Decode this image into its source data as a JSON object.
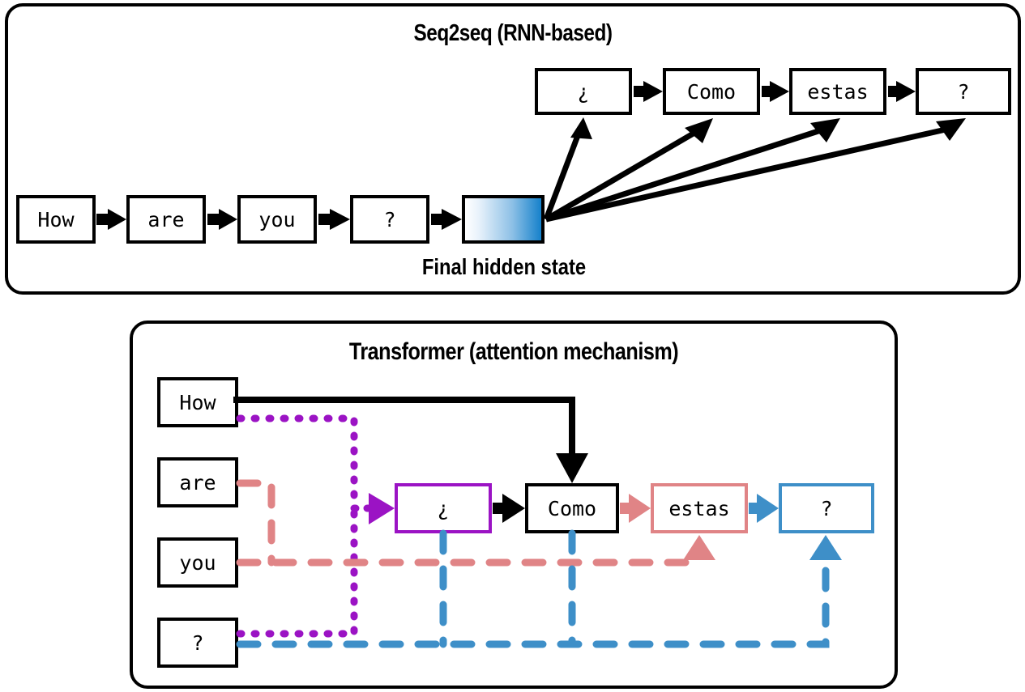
{
  "figure": {
    "panels": [
      {
        "id": "seq2seq",
        "title": "Seq2seq (RNN-based)",
        "encoder_tokens": [
          "How",
          "are",
          "you",
          "?"
        ],
        "decoder_tokens": [
          "¿",
          "Como",
          "estas",
          "?"
        ],
        "hidden_state_caption": "Final hidden state",
        "hidden_state_gradient_from": "#ffffff",
        "hidden_state_gradient_to": "#1581CB"
      },
      {
        "id": "transformer",
        "title": "Transformer (attention mechanism)",
        "input_tokens": [
          "How",
          "are",
          "you",
          "?"
        ],
        "output_tokens": [
          "¿",
          "Como",
          "estas",
          "?"
        ],
        "attention_links": [
          {
            "source": "How",
            "target": "Como",
            "color": "#000000",
            "style": "solid"
          },
          {
            "source": "How",
            "target": "¿",
            "color": "#9B13C4",
            "style": "dotted"
          },
          {
            "source": "?",
            "target": "¿",
            "color": "#9B13C4",
            "style": "dotted"
          },
          {
            "source": "are",
            "target": "estas",
            "color": "#E08486",
            "style": "dashed"
          },
          {
            "source": "you",
            "target": "estas",
            "color": "#E08486",
            "style": "dashed"
          },
          {
            "source": "?",
            "target": "?",
            "color": "#3E8FC8",
            "style": "dashed"
          }
        ]
      }
    ],
    "colors": {
      "black": "#000000",
      "purple": "#9B13C4",
      "salmon": "#E08486",
      "blue": "#3E8FC8",
      "hidden_blue": "#1581CB"
    }
  }
}
